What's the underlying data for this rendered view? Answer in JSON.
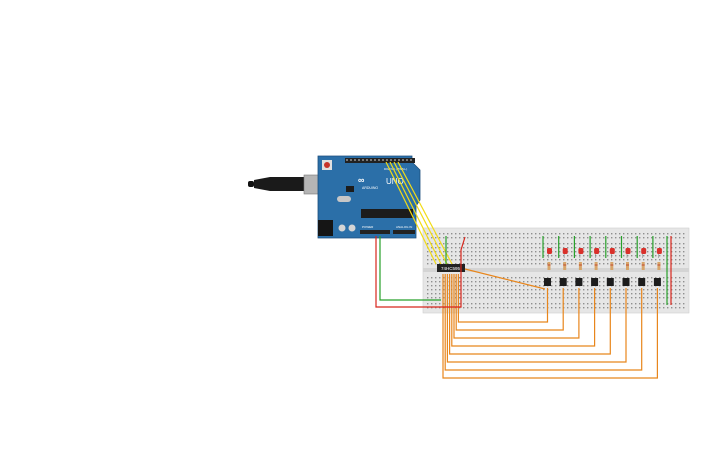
{
  "arduino": {
    "brand_text": "ARDUINO",
    "model_text": "UNO",
    "board_color": "#2b6fa8",
    "digital_header_label": "DIGITAL (PWM~)",
    "power_label": "POWER",
    "analog_label": "ANALOG IN"
  },
  "chip": {
    "label": "74HC595"
  },
  "wire_colors": {
    "orange": "#e8861c",
    "red": "#d8261c",
    "green": "#27a02a",
    "yellow": "#f2dc16",
    "black": "#111111"
  },
  "led_color": "#d9302a",
  "breadboard_color": "#e6e6e6",
  "led_count": 8
}
